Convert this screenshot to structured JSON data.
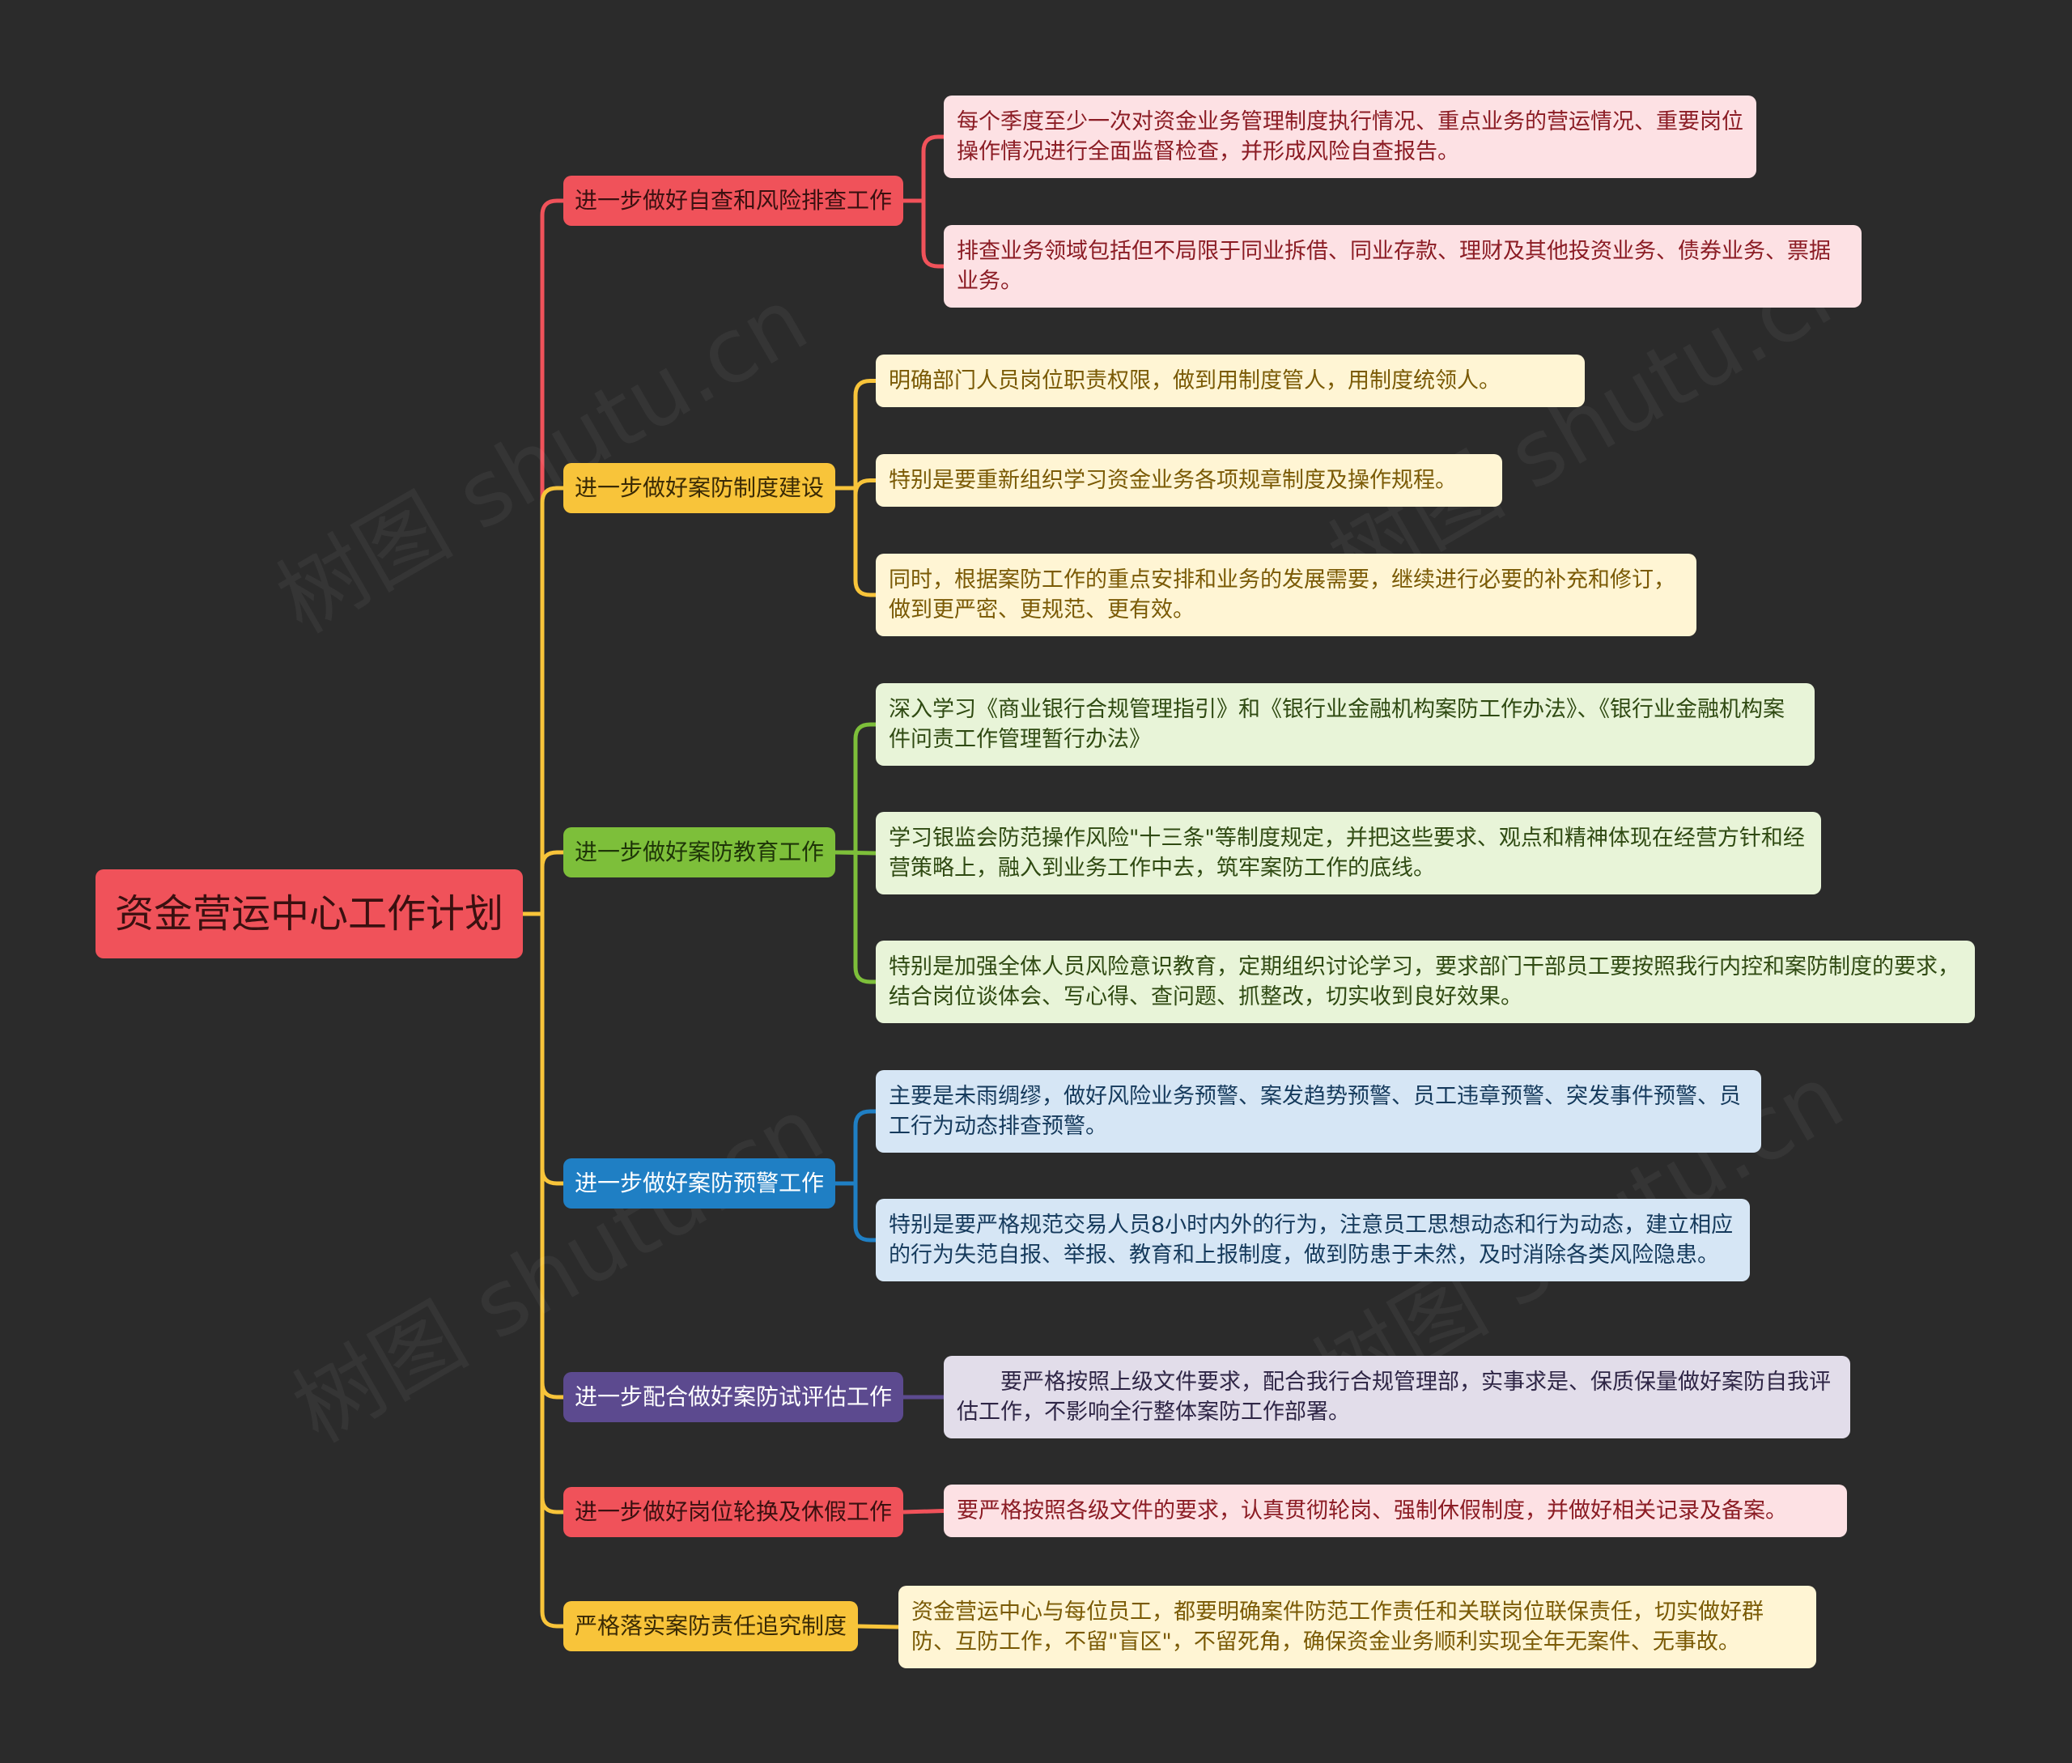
{
  "root": {
    "title": "资金营运中心工作计划",
    "color": "#f0525a"
  },
  "watermark": "树图 shutu.cn",
  "branches": [
    {
      "label": "进一步做好自查和风险排查工作",
      "color": "#f0525a",
      "text_color": "#3a1010",
      "leaf_bg": "#fde1e4",
      "leaf_text": "#8b1c24",
      "leaves": [
        "每个季度至少一次对资金业务管理制度执行情况、重点业务的营运情况、重要岗位操作情况进行全面监督检查，并形成风险自查报告。",
        "排查业务领域包括但不局限于同业拆借、同业存款、理财及其他投资业务、债券业务、票据业务。"
      ]
    },
    {
      "label": "进一步做好案防制度建设",
      "color": "#f8c43a",
      "text_color": "#3a2a05",
      "leaf_bg": "#fff5d4",
      "leaf_text": "#7a5a05",
      "leaves": [
        "明确部门人员岗位职责权限，做到用制度管人，用制度统领人。",
        "特别是要重新组织学习资金业务各项规章制度及操作规程。",
        "同时，根据案防工作的重点安排和业务的发展需要，继续进行必要的补充和修订，做到更严密、更规范、更有效。"
      ]
    },
    {
      "label": "进一步做好案防教育工作",
      "color": "#7dbf3a",
      "text_color": "#1e3508",
      "leaf_bg": "#e8f4d8",
      "leaf_text": "#2f4a12",
      "leaves": [
        "深入学习《商业银行合规管理指引》和《银行业金融机构案防工作办法》、《银行业金融机构案件问责工作管理暂行办法》",
        "学习银监会防范操作风险\"十三条\"等制度规定，并把这些要求、观点和精神体现在经营方针和经营策略上，融入到业务工作中去，筑牢案防工作的底线。",
        "特别是加强全体人员风险意识教育，定期组织讨论学习，要求部门干部员工要按照我行内控和案防制度的要求，结合岗位谈体会、写心得、查问题、抓整改，切实收到良好效果。"
      ]
    },
    {
      "label": "进一步做好案防预警工作",
      "color": "#1f7fc4",
      "text_color": "#ffffff",
      "leaf_bg": "#d6e6f5",
      "leaf_text": "#153a5c",
      "leaves": [
        "主要是未雨绸缪，做好风险业务预警、案发趋势预警、员工违章预警、突发事件预警、员工行为动态排查预警。",
        "特别是要严格规范交易人员8小时内外的行为，注意员工思想动态和行为动态，建立相应的行为失范自报、举报、教育和上报制度，做到防患于未然，及时消除各类风险隐患。"
      ]
    },
    {
      "label": "进一步配合做好案防试评估工作",
      "color": "#5c4a8f",
      "text_color": "#ffffff",
      "leaf_bg": "#e2ddea",
      "leaf_text": "#2e2545",
      "leaves": [
        "　　要严格按照上级文件要求，配合我行合规管理部，实事求是、保质保量做好案防自我评估工作，不影响全行整体案防工作部署。"
      ]
    },
    {
      "label": "进一步做好岗位轮换及休假工作",
      "color": "#f0525a",
      "text_color": "#3a1010",
      "leaf_bg": "#fde1e4",
      "leaf_text": "#8b1c24",
      "leaves": [
        "要严格按照各级文件的要求，认真贯彻轮岗、强制休假制度，并做好相关记录及备案。"
      ]
    },
    {
      "label": "严格落实案防责任追究制度",
      "color": "#f8c43a",
      "text_color": "#3a2a05",
      "leaf_bg": "#fff5d4",
      "leaf_text": "#7a5a05",
      "leaves": [
        "资金营运中心与每位员工，都要明确案件防范工作责任和关联岗位联保责任，切实做好群防、互防工作，不留\"盲区\"，不留死角，确保资金业务顺利实现全年无案件、无事故。"
      ]
    }
  ]
}
